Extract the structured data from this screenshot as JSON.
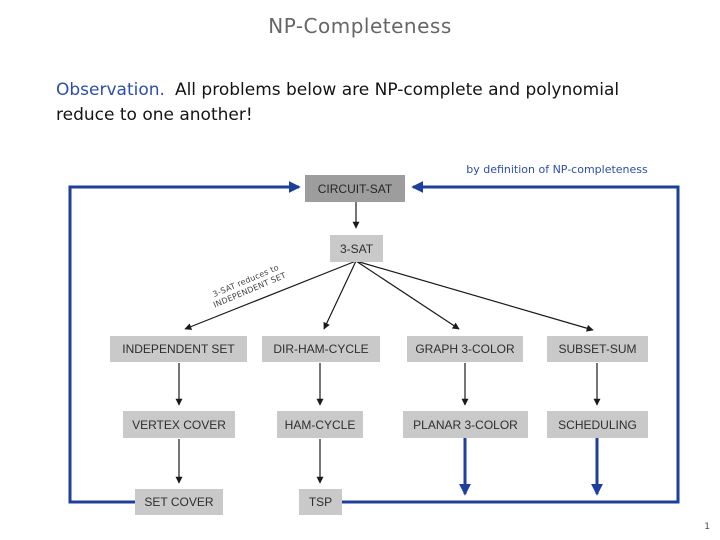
{
  "slide": {
    "title": "NP-Completeness",
    "page_number": "1"
  },
  "observation": {
    "label": "Observation.",
    "line1": "All problems below are NP-complete and polynomial",
    "line2": "reduce to one another!"
  },
  "diagram": {
    "annotation": "by definition of NP-completeness",
    "edge_label_line1": "3-SAT reduces to",
    "edge_label_line2": "INDEPENDENT SET",
    "nodes": [
      {
        "id": "circuit-sat",
        "label": "CIRCUIT-SAT"
      },
      {
        "id": "3-sat",
        "label": "3-SAT"
      },
      {
        "id": "independent-set",
        "label": "INDEPENDENT SET"
      },
      {
        "id": "dir-ham-cycle",
        "label": "DIR-HAM-CYCLE"
      },
      {
        "id": "graph-3-color",
        "label": "GRAPH 3-COLOR"
      },
      {
        "id": "subset-sum",
        "label": "SUBSET-SUM"
      },
      {
        "id": "vertex-cover",
        "label": "VERTEX COVER"
      },
      {
        "id": "ham-cycle",
        "label": "HAM-CYCLE"
      },
      {
        "id": "planar-3-color",
        "label": "PLANAR 3-COLOR"
      },
      {
        "id": "scheduling",
        "label": "SCHEDULING"
      },
      {
        "id": "set-cover",
        "label": "SET COVER"
      },
      {
        "id": "tsp",
        "label": "TSP"
      }
    ]
  },
  "colors": {
    "accent_blue": "#1e3f9c",
    "text_blue": "#2d4ea8",
    "box_light": "#c9c9c9",
    "box_dark": "#9d9d9d",
    "arrow_black": "#1a1a1a",
    "title_gray": "#666666"
  }
}
